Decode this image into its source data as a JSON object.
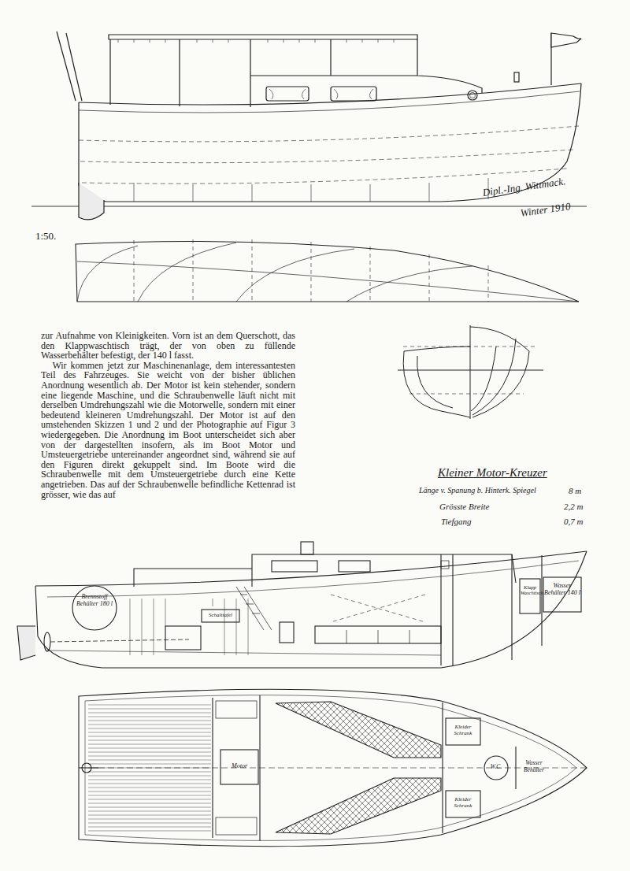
{
  "diagram": {
    "title": "Kleiner Motor-Kreuzer",
    "labels": [
      "Dipl.-Ing. Wittmack.",
      "Winter 1910",
      "1:50.",
      "zur Aufnahme von Kleinigkeiten. Vorn ist an dem Querschott, das den Klappwaschtisch trägt, der von oben zu füllende Wasserbehälter befestigt, der 140 l fasst.",
      "Wir kommen jetzt zur Maschinenanlage, dem interessantesten Teil des Fahrzeuges. Sie weicht von der bisher üblichen Anordnung wesentlich ab. Der Motor ist kein stehender, sondern eine liegende Maschine, und die Schraubenwelle läuft nicht mit derselben Umdrehungszahl wie die Motorwelle, sondern mit einer bedeutend kleineren Umdrehungszahl. Der Motor ist auf den umstehenden Skizzen 1 und 2 und der Photographie auf Figur 3 wiedergegeben. Die Anordnung im Boot unterscheidet sich aber von der dargestellten insofern, als im Boot Motor und Umsteuergetriebe untereinander angeordnet sind, während sie auf den Figuren direkt gekuppelt sind. Im Boote wird die Schraubenwelle mit dem Umsteuergetriebe durch eine Kette angetrieben. Das auf der Schraubenwelle befindliche Kettenrad ist grösser, wie das auf",
      "Länge v. Spanung b. Hinterk. Spiegel",
      "8 m",
      "Grösste Breite",
      "2,2 m",
      "Tiefgang",
      "0,7 m",
      "Brennstoff Behälter 180 l",
      "Klapp Waschtisch",
      "Wasser Behälter 140 l",
      "Schalttafel",
      "Motor",
      "Kleider Schrank",
      "Kleider Schrank",
      "Wasser Behälter",
      "W.C."
    ]
  }
}
